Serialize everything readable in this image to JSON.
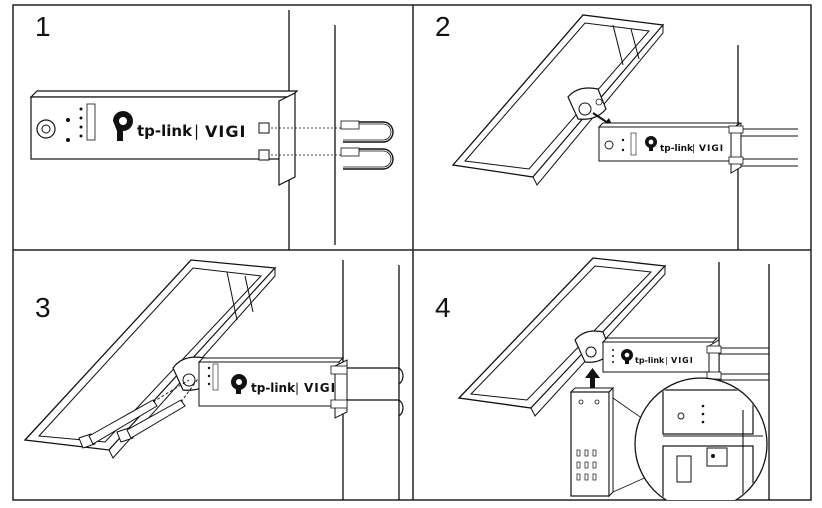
{
  "steps": [
    {
      "number": "1"
    },
    {
      "number": "2"
    },
    {
      "number": "3"
    },
    {
      "number": "4"
    }
  ],
  "brand": {
    "name": "tp-link",
    "separator": "|",
    "product": "VIGI"
  },
  "colors": {
    "ink": "#111111",
    "paper": "#ffffff",
    "grid": "#222222"
  },
  "icons": [
    "tp-link-logo-icon",
    "arrow-icon",
    "magnifier-callout"
  ]
}
